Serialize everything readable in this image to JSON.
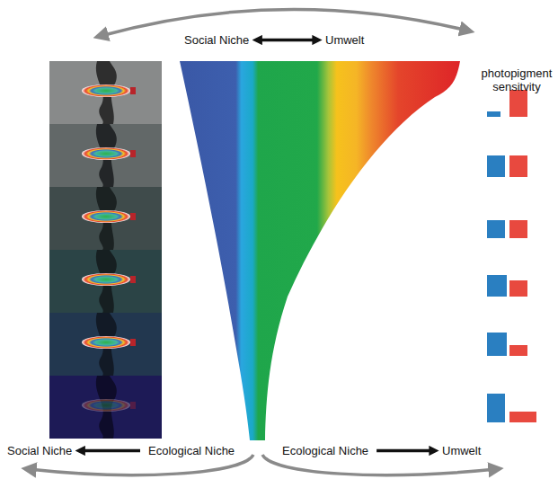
{
  "diagram": {
    "labels": [
      "Social Niche",
      "Umwelt",
      "photopigment sensitvity",
      "Social Niche",
      "Ecological Niche",
      "Ecological Niche",
      "Umwelt"
    ]
  }
}
